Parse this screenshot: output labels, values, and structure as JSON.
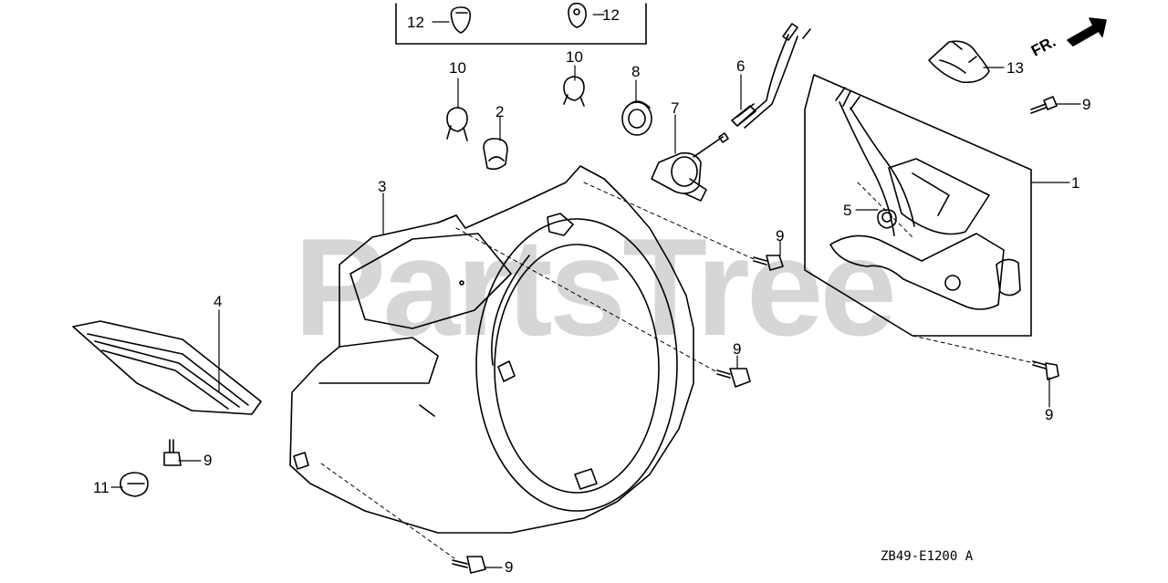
{
  "watermark": "PartsTree",
  "diagram_code": "ZB49-E1200 A",
  "direction_label": "FR.",
  "callouts": [
    {
      "id": "c12a",
      "text": "12"
    },
    {
      "id": "c12b",
      "text": "12"
    },
    {
      "id": "c10a",
      "text": "10"
    },
    {
      "id": "c10b",
      "text": "10"
    },
    {
      "id": "c2",
      "text": "2"
    },
    {
      "id": "c8",
      "text": "8"
    },
    {
      "id": "c7",
      "text": "7"
    },
    {
      "id": "c6",
      "text": "6"
    },
    {
      "id": "c13",
      "text": "13"
    },
    {
      "id": "c9a",
      "text": "9"
    },
    {
      "id": "c1",
      "text": "1"
    },
    {
      "id": "c3",
      "text": "3"
    },
    {
      "id": "c5",
      "text": "5"
    },
    {
      "id": "c9b",
      "text": "9"
    },
    {
      "id": "c4",
      "text": "4"
    },
    {
      "id": "c9c",
      "text": "9"
    },
    {
      "id": "c9d",
      "text": "9"
    },
    {
      "id": "c9e",
      "text": "9"
    },
    {
      "id": "c11",
      "text": "11"
    },
    {
      "id": "c9f",
      "text": "9"
    }
  ]
}
